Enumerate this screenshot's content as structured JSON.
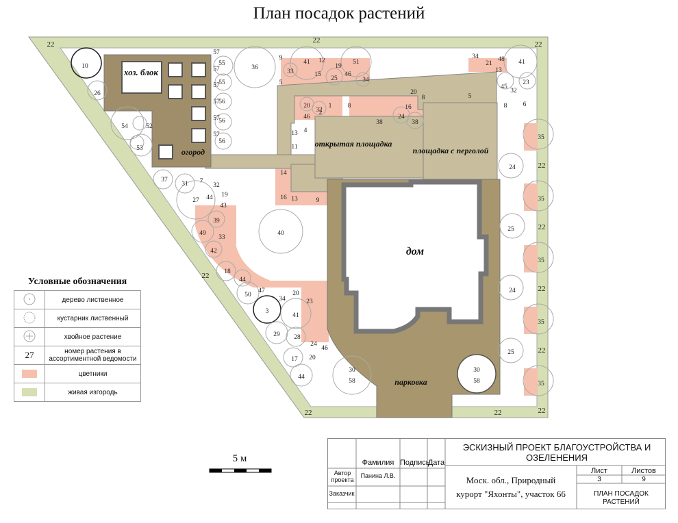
{
  "page": {
    "title": "План посадок растений"
  },
  "zones": {
    "shed": "хоз. блок",
    "garden": "огород",
    "open_area": "открытая площадка",
    "pergola": "площадка с перголой",
    "house": "дом",
    "parking": "парковка"
  },
  "plant_labels": {
    "hedge": "22",
    "items": [
      "10",
      "26",
      "54",
      "52",
      "53",
      "57",
      "55",
      "56",
      "36",
      "9",
      "41",
      "12",
      "19",
      "51",
      "5",
      "33",
      "46",
      "25",
      "34",
      "15",
      "48",
      "21",
      "13",
      "23",
      "45",
      "32",
      "8",
      "6",
      "20",
      "1",
      "2",
      "16",
      "38",
      "24",
      "4",
      "11",
      "14",
      "37",
      "31",
      "7",
      "27",
      "44",
      "43",
      "39",
      "49",
      "42",
      "18",
      "40",
      "50",
      "47",
      "3",
      "29",
      "28",
      "17",
      "30",
      "58",
      "35"
    ]
  },
  "legend": {
    "title": "Условные обозначения",
    "items": [
      {
        "label": "дерево лиственное"
      },
      {
        "label": "кустарник лиственный"
      },
      {
        "label": "хвойное растение"
      },
      {
        "label": "номер растения в ассортиментной ведомости",
        "symbol_text": "27"
      },
      {
        "label": "цветники"
      },
      {
        "label": "живая изгородь"
      }
    ]
  },
  "scale": {
    "label": "5 м"
  },
  "stamp": {
    "col_surname": "Фамилия",
    "col_sign": "Подпись",
    "col_date": "Дата",
    "row_author": "Автор проекта",
    "author_name": "Панина Л.В.",
    "row_client": "Заказчик",
    "project_title": "ЭСКИЗНЫЙ ПРОЕКТ БЛАГОУСТРОЙСТВА И ОЗЕЛЕНЕНИЯ",
    "location_line1": "Моск. обл., Природный",
    "location_line2": "курорт \"Яхонты\", участок 66",
    "sheet_label": "Лист",
    "sheets_label": "Листов",
    "sheet_value": "3",
    "sheets_value": "9",
    "sheet_title": "ПЛАН ПОСАДОК РАСТЕНИЙ"
  },
  "colors": {
    "hedge": "#d6dfb3",
    "flowerbed": "#f5c0ae",
    "path": "#c8bd9c",
    "paving_dark": "#a8976e",
    "shed_area": "#a08e6a",
    "house_wall": "#777777"
  }
}
